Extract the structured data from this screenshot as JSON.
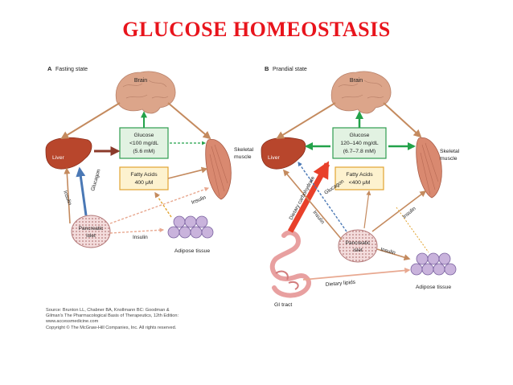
{
  "title": "GLUCOSE HOMEOSTASIS",
  "panel_a": {
    "letter": "A",
    "caption": "Fasting state",
    "brain": "Brain",
    "glucose_lines": [
      "Glucose",
      "<100 mg/dL",
      "(5.6 mM)"
    ],
    "fatty_acids_lines": [
      "Fatty Acids",
      "400 μM"
    ],
    "liver": "Liver",
    "muscle_lines": [
      "Skeletal",
      "muscle"
    ],
    "pancreas_lines": [
      "Pancreatic",
      "islet"
    ],
    "adipose": "Adipose tissue",
    "glucagon": "Glucagon",
    "insulin_liver": "Insulin",
    "insulin_adipose": "Insulin",
    "insulin_muscle": "Insulin"
  },
  "panel_b": {
    "letter": "B",
    "caption": "Prandial state",
    "brain": "Brain",
    "glucose_lines": [
      "Glucose",
      "120–140 mg/dL",
      "(6.7–7.8 mM)"
    ],
    "fatty_acids_lines": [
      "Fatty Acids",
      "<400 μM"
    ],
    "liver": "Liver",
    "muscle_lines": [
      "Skeletal",
      "muscle"
    ],
    "pancreas_lines": [
      "Pancreatic",
      "islet"
    ],
    "adipose": "Adipose tissue",
    "gi": "GI tract",
    "dietary_carb": "Dietary carbohydrate",
    "dietary_lipids": "Dietary lipids",
    "glucagon": "Glucagon",
    "insulin_liver": "Insulin",
    "insulin_adipose": "Insulin",
    "insulin_muscle": "Insulin"
  },
  "source_lines": [
    "Source: Brunton LL, Chabner BA, Knollmann BC: Goodman &",
    "Gilman's The Pharmacological Basis of Therapeutics, 12th Edition:",
    "www.accessmedicine.com",
    "Copyright © The McGraw-Hill Companies, Inc. All rights reserved."
  ],
  "colors": {
    "title": "#e8141c",
    "glucose_box_border": "#2e9c4f",
    "glucose_box_fill": "#e2f2e2",
    "fatty_box_border": "#e2a431",
    "fatty_box_fill": "#fdf2cf",
    "glucose_arrow": "#23a24a",
    "flow_arrow": "#c48a5e",
    "glucagon_arrow": "#4a78b5",
    "insulin_arrow": "#e8a890",
    "carb_arrow": "#e8402a",
    "liver": "#b8462c",
    "brain": "#d9a48a"
  }
}
